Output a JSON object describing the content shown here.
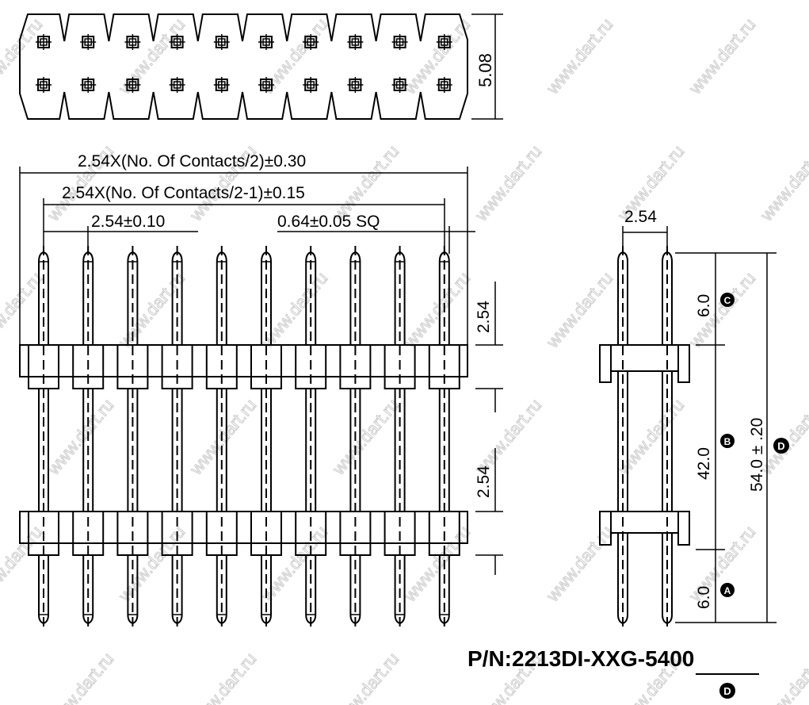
{
  "drawing": {
    "top_view": {
      "dim_height": "5.08",
      "contacts_per_row": 10,
      "rows": 2
    },
    "front_view": {
      "dim_overall": "2.54X(No. Of Contacts/2)±0.30",
      "dim_pitch_span": "2.54X(No. Of Contacts/2-1)±0.15",
      "dim_pitch": "2.54±0.10",
      "dim_pin_square": "0.64±0.05 SQ",
      "dim_upper_tip": "2.54",
      "dim_spacer": "2.54",
      "pin_count": 10
    },
    "side_view": {
      "dim_row_pitch": "2.54",
      "dim_c": "6.0",
      "dim_b": "42.0",
      "dim_a": "6.0",
      "dim_d": "54.0 ± .20",
      "label_a": "A",
      "label_b": "B",
      "label_c": "C",
      "label_d": "D"
    },
    "part_number": {
      "prefix": "P/N:2213DI-XXG-",
      "code": "5400",
      "ref_label": "D"
    },
    "watermark": "www.dart.ru"
  }
}
